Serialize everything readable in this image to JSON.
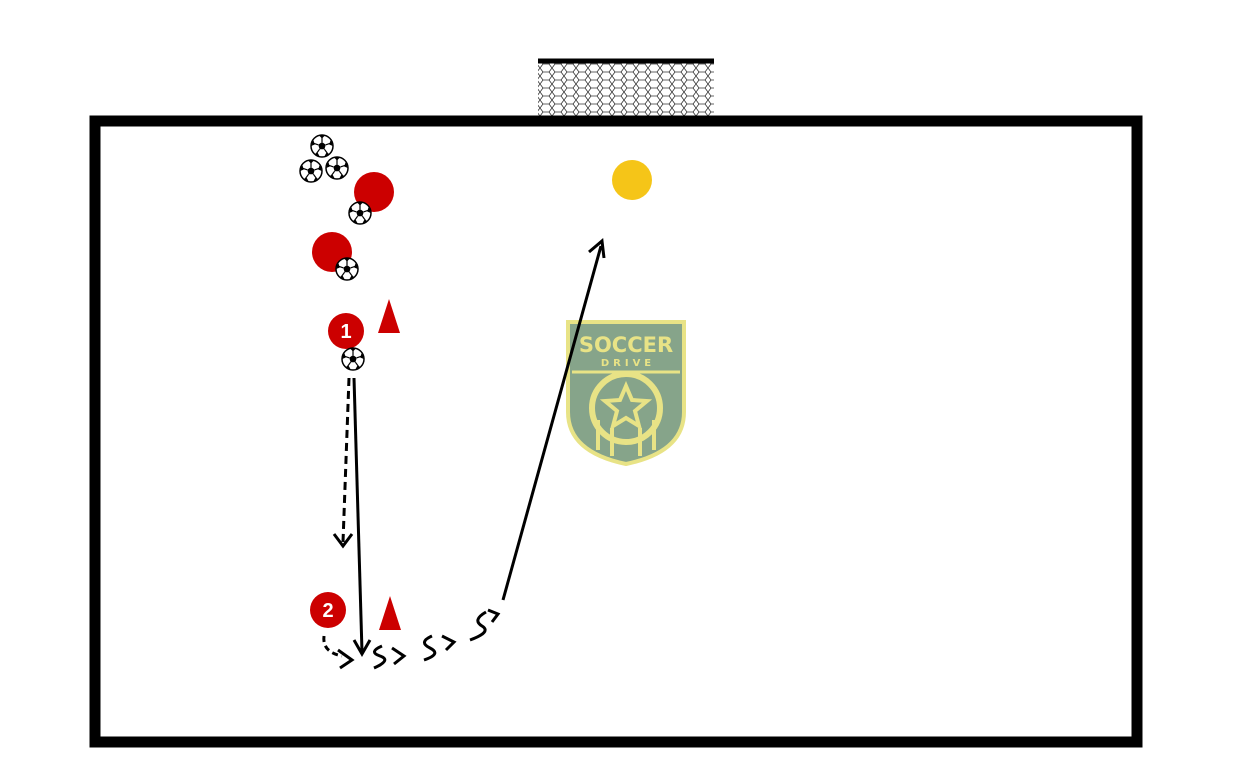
{
  "colors": {
    "field_line": "#000000",
    "field_fill": "#ffffff",
    "player_red": "#cc0000",
    "target_yellow": "#f5c518",
    "cone_red": "#cc0000",
    "logo_gold": "#e6e07a",
    "logo_green": "#7a9b7e"
  },
  "icons": {
    "ball": "soccer-ball-icon",
    "cone": "cone-icon",
    "goal": "goal-net-icon"
  },
  "players": {
    "player_1_label": "1",
    "player_2_label": "2"
  },
  "logo": {
    "top_text": "SOCCER",
    "bottom_text": "DRIVE"
  }
}
